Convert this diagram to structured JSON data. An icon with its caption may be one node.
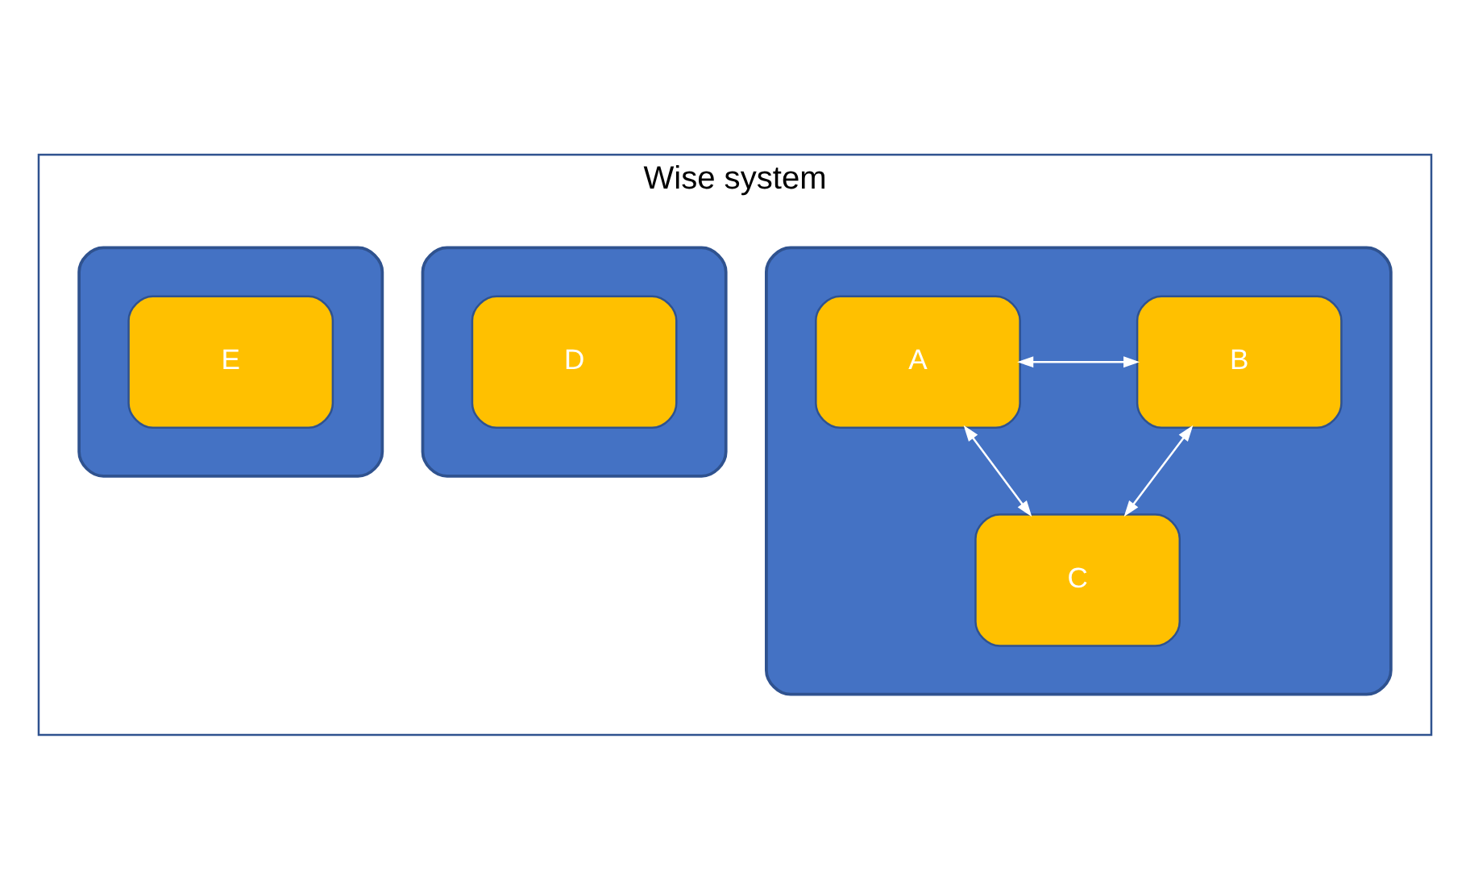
{
  "diagram": {
    "nodes": [
      {
        "text": [
          "Wise system"
        ]
      },
      {
        "text": [],
        "shape": "box",
        "in": 0
      },
      {
        "text": [
          "A"
        ],
        "in": 1
      },
      {
        "text": [
          "B"
        ],
        "in": 1
      },
      {
        "text": [
          "C"
        ],
        "in": 1
      },
      {
        "text": [],
        "shape": "box",
        "in": 0
      },
      {
        "text": [
          "D"
        ],
        "in": 5
      },
      {
        "text": [],
        "shape": "box",
        "in": 0
      },
      {
        "text": [
          "E"
        ],
        "in": 7
      }
    ],
    "edges": [
      {
        "from": 2,
        "to": 3,
        "arrow": "both"
      },
      {
        "from": 2,
        "to": 4,
        "arrow": "both"
      },
      {
        "from": 3,
        "to": 4,
        "arrow": "both"
      }
    ]
  }
}
